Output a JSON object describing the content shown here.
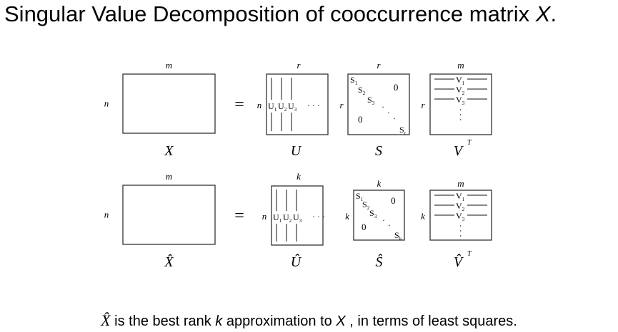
{
  "title": {
    "main": "Singular Value Decomposition of cooccurrence matrix ",
    "var": "X",
    "end": "."
  },
  "caption": {
    "xhat": "X̂",
    "t1": " is the best rank ",
    "k": "k",
    "t2": " approximation to ",
    "x": "X",
    "t3": " , in terms of least squares."
  },
  "diagram": {
    "equals": "=",
    "dots": "· · ·",
    "zero": "0",
    "vdots": "·",
    "row_full": {
      "X": {
        "label": "X",
        "rows": "n",
        "cols": "m"
      },
      "U": {
        "label": "U",
        "rows": "n",
        "cols": "r",
        "cols_items": [
          "U",
          "U",
          "U"
        ],
        "subs": [
          "1",
          "2",
          "3"
        ]
      },
      "S": {
        "label": "S",
        "rows": "r",
        "cols": "r",
        "diag": [
          "S",
          "S",
          "S",
          "S"
        ],
        "subs": [
          "1",
          "2",
          "3",
          "r"
        ]
      },
      "V": {
        "label": "V",
        "sup": "T",
        "rows": "r",
        "cols": "m",
        "rows_items": [
          "V",
          "V",
          "V"
        ],
        "subs": [
          "1",
          "2",
          "3"
        ]
      }
    },
    "row_reduced": {
      "X": {
        "label": "X̂",
        "rows": "n",
        "cols": "m"
      },
      "U": {
        "label": "Û",
        "rows": "n",
        "cols": "k",
        "cols_items": [
          "U",
          "U",
          "U"
        ],
        "subs": [
          "1",
          "2",
          "3"
        ]
      },
      "S": {
        "label": "Ŝ",
        "rows": "k",
        "cols": "k",
        "diag": [
          "S",
          "S",
          "S",
          "S"
        ],
        "subs": [
          "1",
          "2",
          "3",
          "k"
        ]
      },
      "V": {
        "label": "V̂",
        "sup": "T",
        "rows": "k",
        "cols": "m",
        "rows_items": [
          "V",
          "V",
          "V"
        ],
        "subs": [
          "1",
          "2",
          "3"
        ]
      }
    }
  }
}
